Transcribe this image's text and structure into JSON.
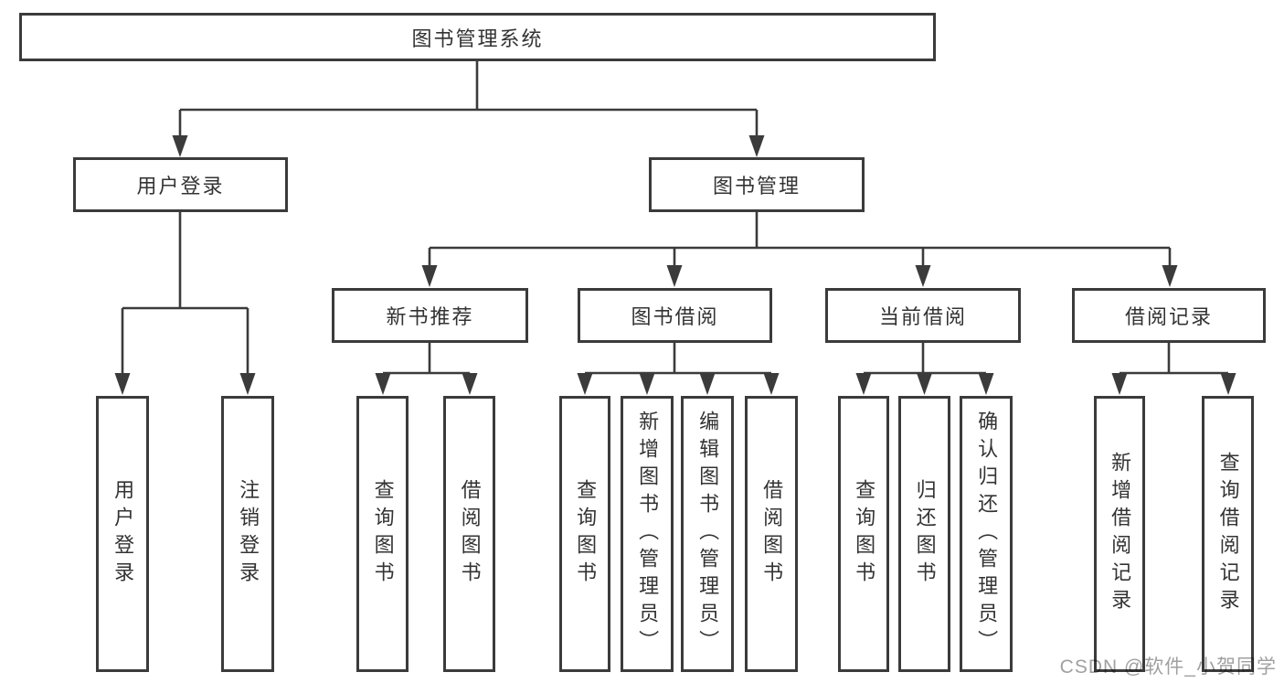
{
  "diagram_type": "hierarchy-tree",
  "colors": {
    "line": "#3b3b3b",
    "box_border": "#3b3b3b",
    "text": "#333333",
    "background": "#ffffff",
    "watermark": "#8f8f8f"
  },
  "nodes": {
    "root": "图书管理系统",
    "user_login": "用户登录",
    "book_mgmt": "图书管理",
    "new_rec": "新书推荐",
    "book_borrow": "图书借阅",
    "current_borrow": "当前借阅",
    "borrow_records": "借阅记录",
    "leaves": {
      "ul_login": "用户登录",
      "ul_logout": "注销登录",
      "nr_query": "查询图书",
      "nr_borrow": "借阅图书",
      "bb_query": "查询图书",
      "bb_add": "新增图书（管理员）",
      "bb_edit": "编辑图书（管理员）",
      "bb_borrow": "借阅图书",
      "cb_query": "查询图书",
      "cb_return": "归还图书",
      "cb_confirm": "确认归还（管理员）",
      "br_add": "新增借阅记录",
      "br_query": "查询借阅记录"
    }
  },
  "watermark": "CSDN @软件_小贺同学"
}
